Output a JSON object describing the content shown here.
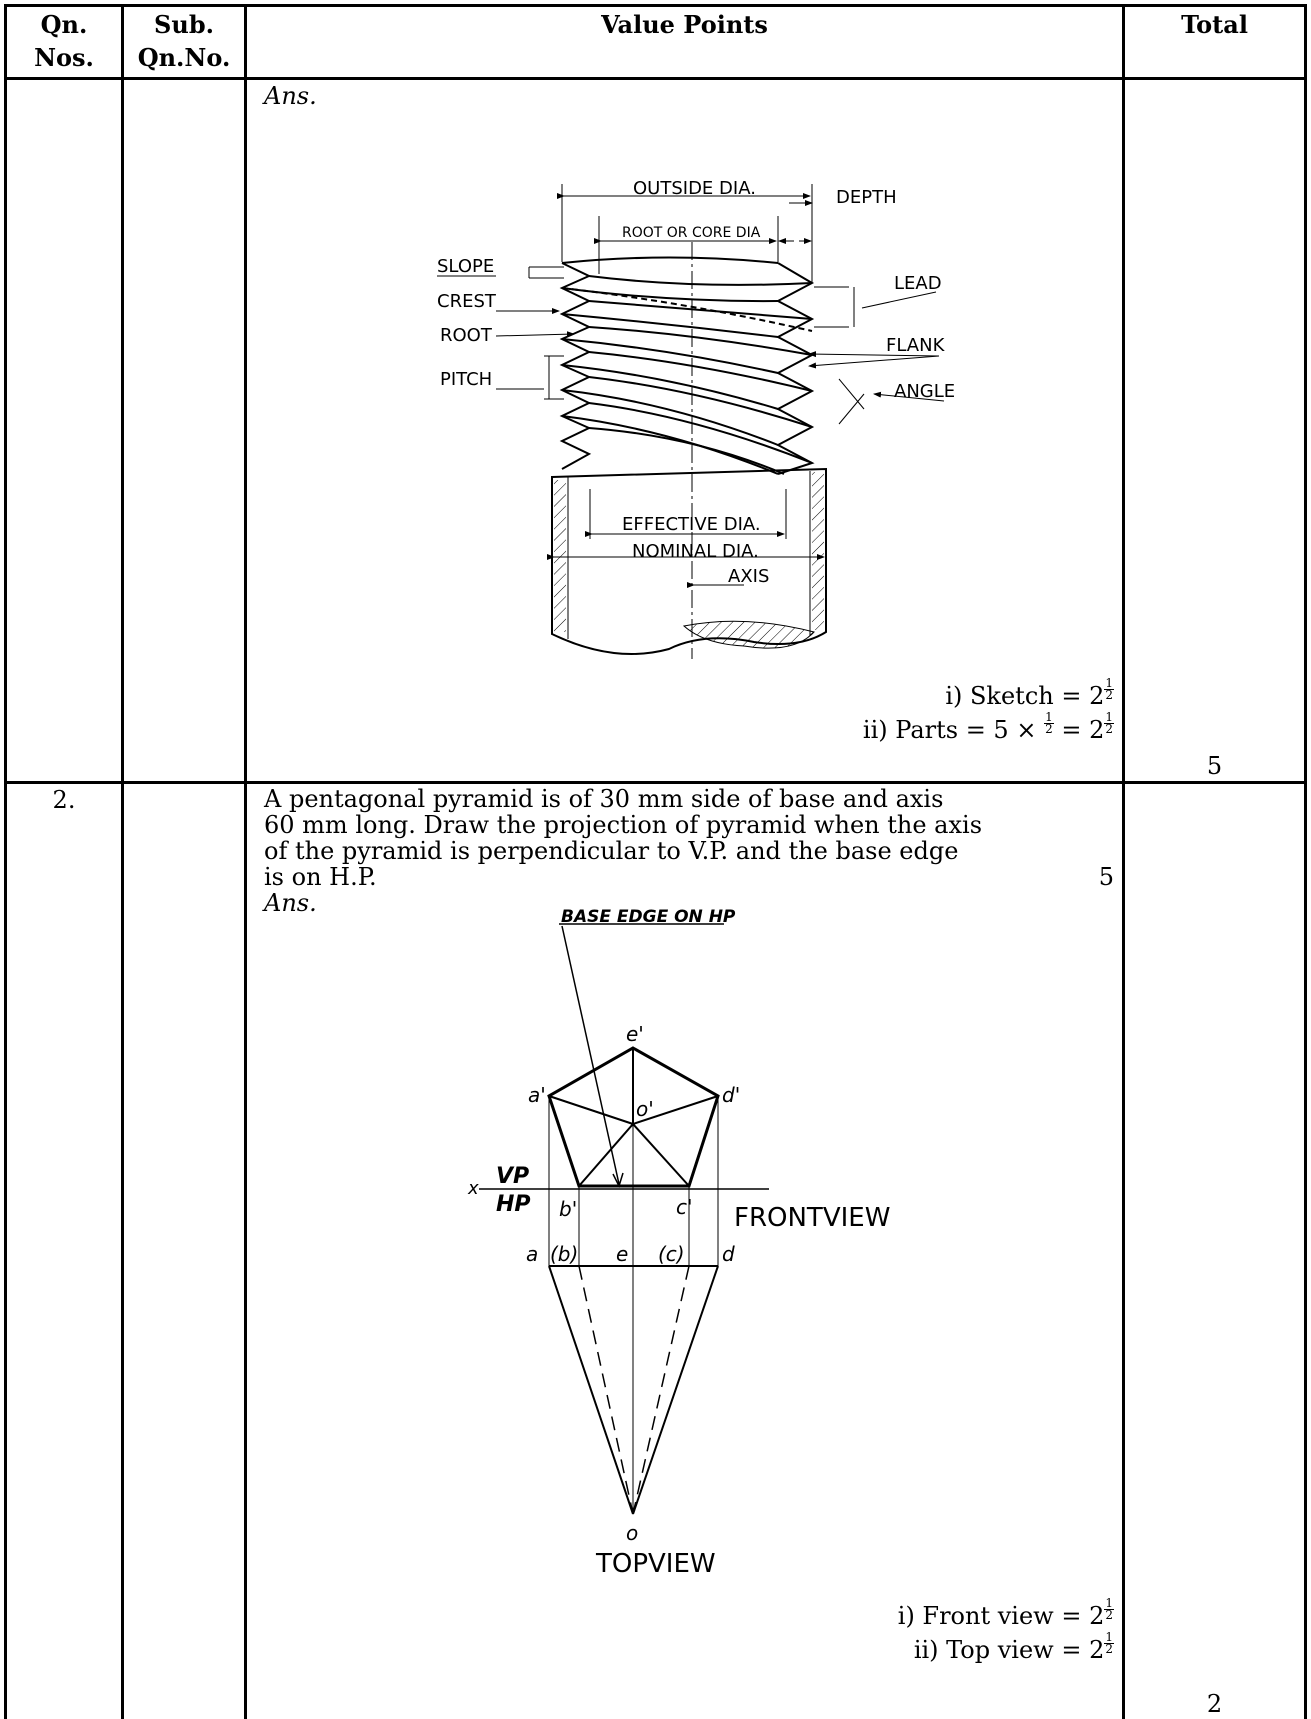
{
  "headers": {
    "qn_line1": "Qn.",
    "qn_line2": "Nos.",
    "sub_line1": "Sub.",
    "sub_line2": "Qn.No.",
    "value_points": "Value Points",
    "total": "Total"
  },
  "rows": [
    {
      "qn": "",
      "ans": "Ans.",
      "diagram": {
        "labels": {
          "outside_dia": "OUTSIDE DIA.",
          "depth": "DEPTH",
          "root_core_dia": "ROOT OR CORE DIA",
          "slope": "SLOPE",
          "crest": "CREST",
          "root": "ROOT",
          "pitch": "PITCH",
          "lead": "LEAD",
          "flank": "FLANK",
          "angle": "ANGLE",
          "effective_dia": "EFFECTIVE DIA.",
          "nominal_dia": "NOMINAL DIA.",
          "axis": "AXIS"
        }
      },
      "marks": [
        {
          "label": "i)  Sketch = 2",
          "num": "1",
          "den": "2"
        },
        {
          "label": "ii) Parts = 5 × ",
          "mid_num": "1",
          "mid_den": "2",
          "after": " = 2",
          "num": "1",
          "den": "2"
        }
      ],
      "total": "5"
    },
    {
      "qn": "2.",
      "question_lines": [
        "A pentagonal pyramid is of 30 mm side of base and axis",
        "60 mm long. Draw the projection of pyramid when the axis",
        "of the pyramid is perpendicular to V.P. and the base edge"
      ],
      "question_last_line": "is on H.P.",
      "question_marks": "5",
      "ans": "Ans.",
      "diagram": {
        "labels": {
          "base_edge_on_hp": "BASE EDGE ON HP",
          "e_prime": "e'",
          "a_prime": "a'",
          "o_prime": "o'",
          "d_prime": "d'",
          "x": "x",
          "vp": "VP",
          "hp": "HP",
          "b_prime": "b'",
          "c_prime": "c'",
          "front_view": "FRONTVIEW",
          "a": "a",
          "b": "(b)",
          "e": "e",
          "c": "(c)",
          "d": "d",
          "o": "o",
          "top_view": "TOPVIEW"
        }
      },
      "marks": [
        {
          "label": "i)  Front view = 2",
          "num": "1",
          "den": "2"
        },
        {
          "label": "ii) Top view = 2",
          "num": "1",
          "den": "2"
        }
      ],
      "total": "2"
    }
  ]
}
